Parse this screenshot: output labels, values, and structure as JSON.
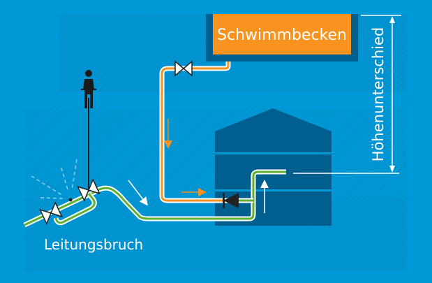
{
  "labels": {
    "pool": "Schwimmbecken",
    "break": "Leitungsbruch",
    "height_difference": "Höhenunterschied"
  },
  "colors": {
    "background": "#0099d8",
    "tank": "#005f8e",
    "pool": "#f7931e",
    "pipe_green": "#5cb130",
    "pipe_orange": "#f7931e"
  }
}
